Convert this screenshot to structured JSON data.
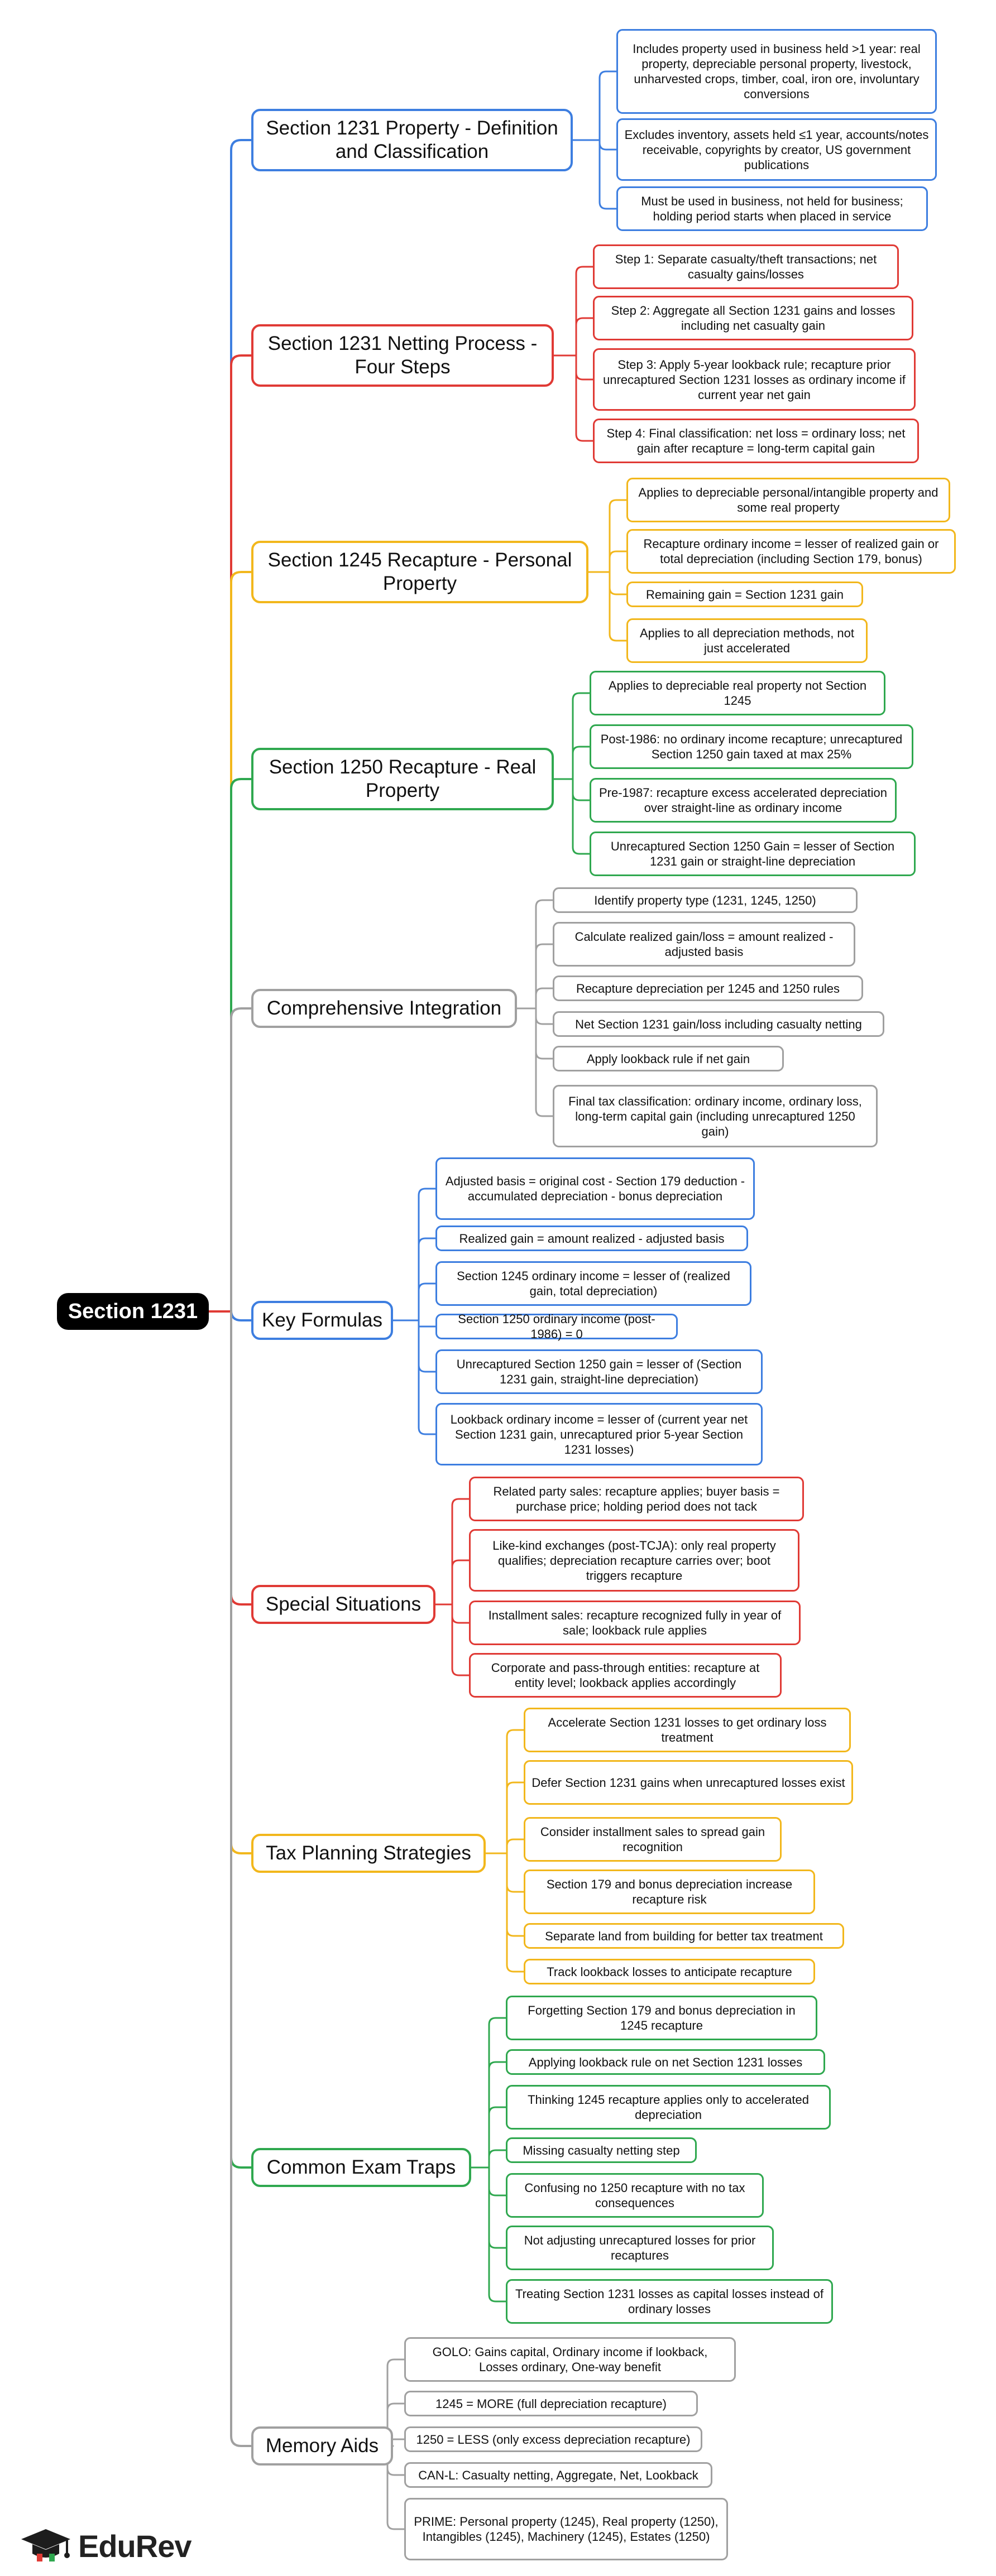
{
  "colors": {
    "blue": "#3d7ee0",
    "red": "#e03a35",
    "yellow": "#f2b71c",
    "green": "#2fa84f",
    "gray": "#a0a0a0"
  },
  "root": {
    "label": "Section 1231"
  },
  "branches": [
    {
      "label": "Section 1231 Property - Definition and Classification",
      "color": "blue",
      "children": [
        "Includes property used in business held >1 year: real property, depreciable personal property, livestock, unharvested crops, timber, coal, iron ore, involuntary conversions",
        "Excludes inventory, assets held ≤1 year, accounts/notes receivable, copyrights by creator, US government publications",
        "Must be used in business, not held for business; holding period starts when placed in service"
      ]
    },
    {
      "label": "Section 1231 Netting Process - Four Steps",
      "color": "red",
      "children": [
        "Step 1: Separate casualty/theft transactions; net casualty gains/losses",
        "Step 2: Aggregate all Section 1231 gains and losses including net casualty gain",
        "Step 3: Apply 5-year lookback rule; recapture prior unrecaptured Section 1231 losses as ordinary income if current year net gain",
        "Step 4: Final classification: net loss = ordinary loss; net gain after recapture = long-term capital gain"
      ]
    },
    {
      "label": "Section 1245 Recapture - Personal Property",
      "color": "yellow",
      "children": [
        "Applies to depreciable personal/intangible property and some real property",
        "Recapture ordinary income = lesser of realized gain or total depreciation (including Section 179, bonus)",
        "Remaining gain = Section 1231 gain",
        "Applies to all depreciation methods, not just accelerated"
      ]
    },
    {
      "label": "Section 1250 Recapture - Real Property",
      "color": "green",
      "children": [
        "Applies to depreciable real property not Section 1245",
        "Post-1986: no ordinary income recapture; unrecaptured Section 1250 gain taxed at max 25%",
        "Pre-1987: recapture excess accelerated depreciation over straight-line as ordinary income",
        "Unrecaptured Section 1250 Gain = lesser of Section 1231 gain or straight-line depreciation"
      ]
    },
    {
      "label": "Comprehensive Integration",
      "color": "gray",
      "children": [
        "Identify property type (1231, 1245, 1250)",
        "Calculate realized gain/loss = amount realized - adjusted basis",
        "Recapture depreciation per 1245 and 1250 rules",
        "Net Section 1231 gain/loss including casualty netting",
        "Apply lookback rule if net gain",
        "Final tax classification: ordinary income, ordinary loss, long-term capital gain (including unrecaptured 1250 gain)"
      ]
    },
    {
      "label": "Key Formulas",
      "color": "blue",
      "children": [
        "Adjusted basis = original cost - Section 179 deduction - accumulated depreciation - bonus depreciation",
        "Realized gain = amount realized - adjusted basis",
        "Section 1245 ordinary income = lesser of (realized gain, total depreciation)",
        "Section 1250 ordinary income (post-1986) = 0",
        "Unrecaptured Section 1250 gain = lesser of (Section 1231 gain, straight-line depreciation)",
        "Lookback ordinary income = lesser of (current year net Section 1231 gain, unrecaptured prior 5-year Section 1231 losses)"
      ]
    },
    {
      "label": "Special Situations",
      "color": "red",
      "children": [
        "Related party sales: recapture applies; buyer basis = purchase price; holding period does not tack",
        "Like-kind exchanges (post-TCJA): only real property qualifies; depreciation recapture carries over; boot triggers recapture",
        "Installment sales: recapture recognized fully in year of sale; lookback rule applies",
        "Corporate and pass-through entities: recapture at entity level; lookback applies accordingly"
      ]
    },
    {
      "label": "Tax Planning Strategies",
      "color": "yellow",
      "children": [
        "Accelerate Section 1231 losses to get ordinary loss treatment",
        "Defer Section 1231 gains when unrecaptured losses exist",
        "Consider installment sales to spread gain recognition",
        "Section 179 and bonus depreciation increase recapture risk",
        "Separate land from building for better tax treatment",
        "Track lookback losses to anticipate recapture"
      ]
    },
    {
      "label": "Common Exam Traps",
      "color": "green",
      "children": [
        "Forgetting Section 179 and bonus depreciation in 1245 recapture",
        "Applying lookback rule on net Section 1231 losses",
        "Thinking 1245 recapture applies only to accelerated depreciation",
        "Missing casualty netting step",
        "Confusing no 1250 recapture with no tax consequences",
        "Not adjusting unrecaptured losses for prior recaptures",
        "Treating Section 1231 losses as capital losses instead of ordinary losses"
      ]
    },
    {
      "label": "Memory Aids",
      "color": "gray",
      "children": [
        "GOLO: Gains capital, Ordinary income if lookback, Losses ordinary, One-way benefit",
        "1245 = MORE (full depreciation recapture)",
        "1250 = LESS (only excess depreciation recapture)",
        "CAN-L: Casualty netting, Aggregate, Net, Lookback",
        "PRIME: Personal property (1245), Real property (1250), Intangibles (1245), Machinery (1245), Estates (1250)"
      ]
    }
  ],
  "logo": {
    "text": "EduRev",
    "icon": "graduation-cap-icon"
  }
}
